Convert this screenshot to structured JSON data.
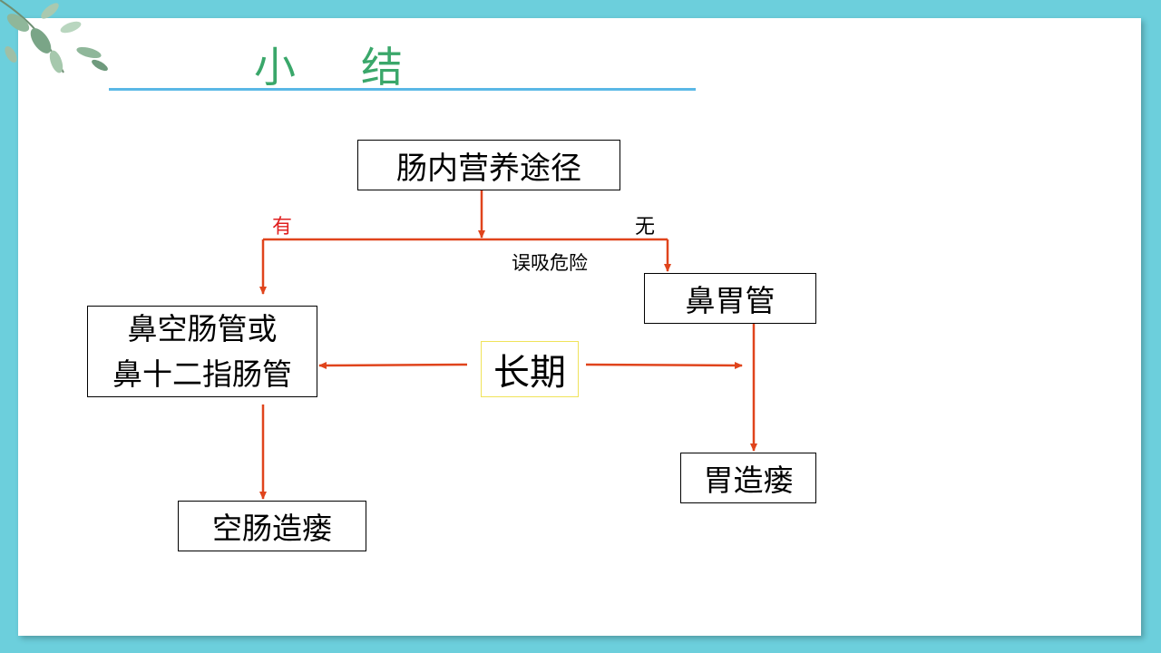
{
  "title": "小 结",
  "title_chars": [
    "小",
    "结"
  ],
  "nodes": {
    "root": "肠内营养途径",
    "nasojejunal_line1": "鼻空肠管或",
    "nasojejunal_line2": "鼻十二指肠管",
    "nasogastric": "鼻胃管",
    "long_term": "长期",
    "jejunostomy": "空肠造瘘",
    "gastrostomy": "胃造瘘"
  },
  "labels": {
    "yes": "有",
    "no": "无",
    "aspiration_risk": "误吸危险"
  },
  "colors": {
    "background": "#6ccfdc",
    "title": "#3aa76a",
    "rule": "#5ab8e6",
    "arrow": "#e0441c",
    "yes_label": "#e02020",
    "highlight_border": "#f0e35a"
  }
}
